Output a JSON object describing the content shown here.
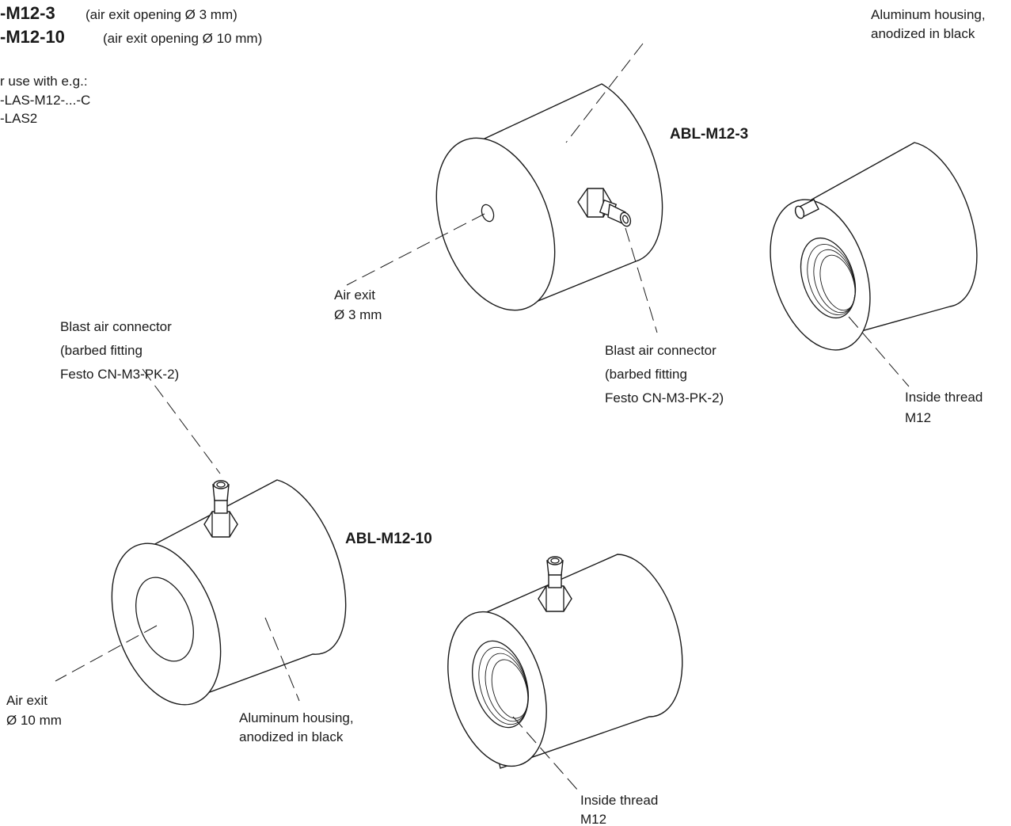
{
  "header": {
    "line1_model": "-M12-3",
    "line1_note": "(air exit opening Ø 3 mm)",
    "line2_model": "-M12-10",
    "line2_note": "(air exit opening Ø 10 mm)",
    "use_with_title": "r use with e.g.:",
    "use_with_items": [
      "-LAS-M12-...-C",
      "-LAS2"
    ]
  },
  "models": {
    "small": "ABL-M12-3",
    "large": "ABL-M12-10"
  },
  "callouts_small": {
    "housing": [
      "Aluminum housing,",
      "anodized in black"
    ],
    "air_exit": [
      "Air exit",
      "Ø 3 mm"
    ],
    "connector": [
      "Blast air connector",
      "(barbed fitting",
      "Festo CN-M3-PK-2)"
    ],
    "thread": [
      "Inside thread",
      "M12"
    ]
  },
  "callouts_large": {
    "connector": [
      "Blast air connector",
      "(barbed fitting",
      "Festo CN-M3-PK-2)"
    ],
    "air_exit": [
      "Air exit",
      "Ø 10 mm"
    ],
    "housing": [
      "Aluminum housing,",
      "anodized in black"
    ],
    "thread": [
      "Inside thread",
      "M12"
    ]
  }
}
